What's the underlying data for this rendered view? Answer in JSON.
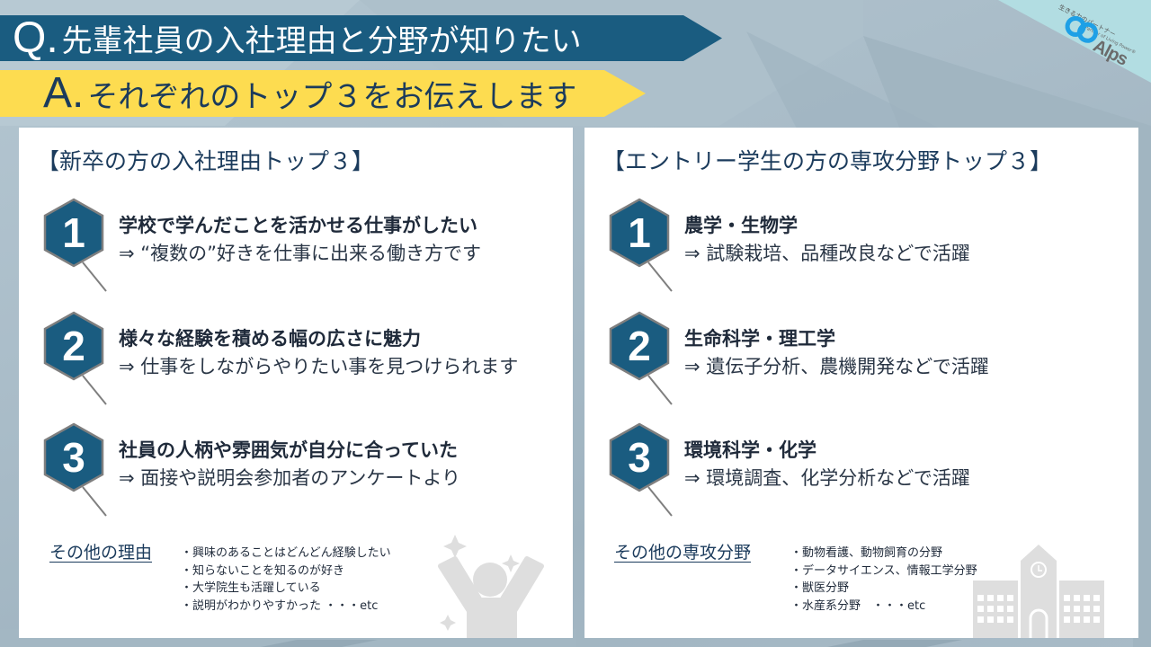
{
  "header": {
    "question_letter": "Q.",
    "question_text": "先輩社員の入社理由と分野が知りたい",
    "answer_letter": "A.",
    "answer_text": "それぞれのトップ３をお伝えします"
  },
  "logo": {
    "tagline_jp": "生きる力のパートナー",
    "tagline_en": "Partner of Living Power®",
    "wordmark": "Alps",
    "icon": "alps-rings-logo-icon",
    "color": "#1ea0e6"
  },
  "colors": {
    "question_banner": "#1a5c80",
    "answer_banner": "#fddc50",
    "hexagon_fill": "#1a5c80",
    "hexagon_border": "#7f7f7f",
    "text_navy": "#1b3b5c",
    "illustration_gray": "#dedede"
  },
  "left_panel": {
    "title": "【新卒の方の入社理由トップ３】",
    "items": [
      {
        "rank": "1",
        "heading": "学校で学んだことを活かせる仕事がしたい",
        "detail": "⇒ “複数の”好きを仕事に出来る働き方です"
      },
      {
        "rank": "2",
        "heading": "様々な経験を積める幅の広さに魅力",
        "detail": "⇒ 仕事をしながらやりたい事を見つけられます"
      },
      {
        "rank": "3",
        "heading": "社員の人柄や雰囲気が自分に合っていた",
        "detail": "⇒ 面接や説明会参加者のアンケートより"
      }
    ],
    "other_label": "その他の理由",
    "other_items": [
      "・興味のあることはどんどん経験したい",
      "・知らないことを知るのが好き",
      "・大学院生も活躍している",
      "・説明がわかりやすかった ・・・etc"
    ],
    "illustration": "cheering-person-icon"
  },
  "right_panel": {
    "title": "【エントリー学生の方の専攻分野トップ３】",
    "items": [
      {
        "rank": "1",
        "heading": "農学・生物学",
        "detail": "⇒ 試験栽培、品種改良などで活躍"
      },
      {
        "rank": "2",
        "heading": "生命科学・理工学",
        "detail": "⇒ 遺伝子分析、農機開発などで活躍"
      },
      {
        "rank": "3",
        "heading": "環境科学・化学",
        "detail": "⇒ 環境調査、化学分析などで活躍"
      }
    ],
    "other_label": "その他の専攻分野",
    "other_items": [
      "・動物看護、動物飼育の分野",
      "・データサイエンス、情報工学分野",
      "・獣医分野",
      "・水産系分野　・・・etc"
    ],
    "illustration": "school-building-icon"
  }
}
